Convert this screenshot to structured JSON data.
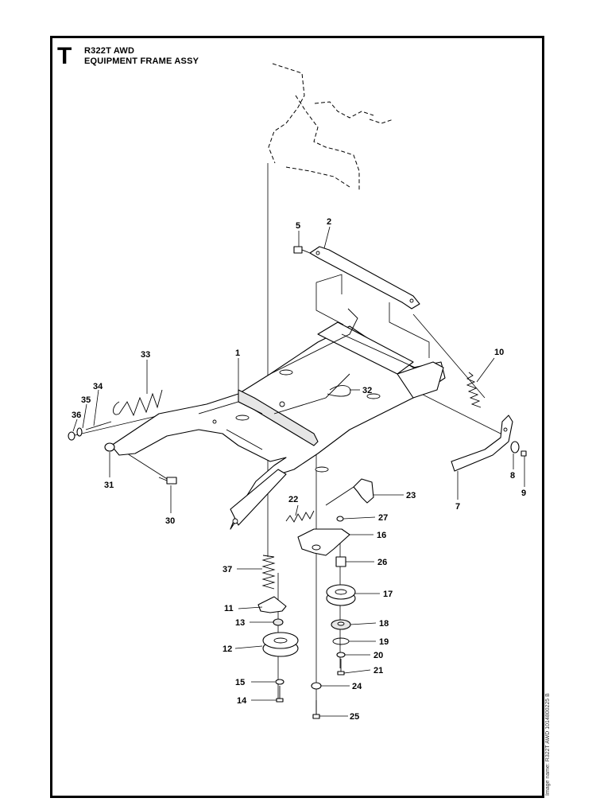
{
  "header": {
    "section_letter": "T",
    "model": "R322T AWD",
    "assembly": "EQUIPMENT FRAME ASSY"
  },
  "side_note": "Image name: R322T AWD 1014800225 B",
  "callouts": [
    "1",
    "2",
    "5",
    "7",
    "8",
    "9",
    "10",
    "11",
    "12",
    "13",
    "14",
    "15",
    "16",
    "17",
    "18",
    "19",
    "20",
    "21",
    "22",
    "23",
    "24",
    "25",
    "26",
    "27",
    "30",
    "31",
    "32",
    "33",
    "34",
    "35",
    "36",
    "37"
  ]
}
